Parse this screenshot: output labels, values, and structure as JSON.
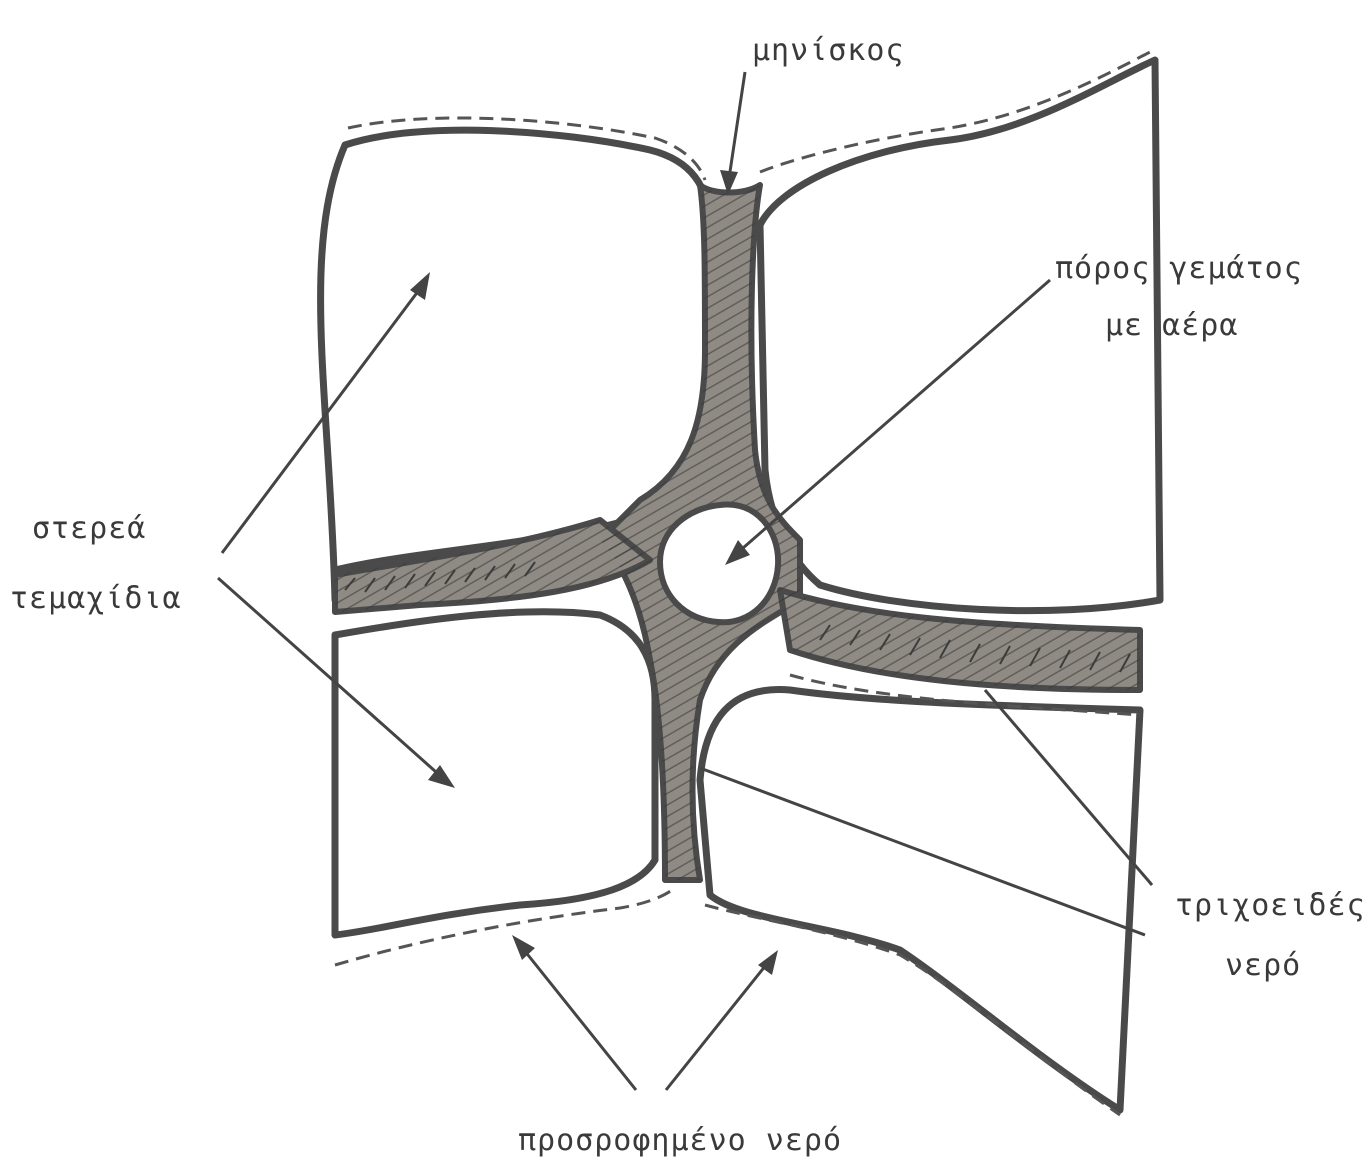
{
  "labels": {
    "meniscus": "μηνίσκος",
    "air_pore_line1": "πόρος γεμάτος",
    "air_pore_line2": "με αέρα",
    "solids_line1": "στερεά",
    "solids_line2": "τεμαχίδια",
    "capillary_line1": "τριχοειδές",
    "capillary_line2": "νερό",
    "adsorbed": "προσροφημένο νερό"
  },
  "colors": {
    "ink": "#4a4a4a",
    "water": "#8f8b84",
    "background": "#ffffff"
  }
}
